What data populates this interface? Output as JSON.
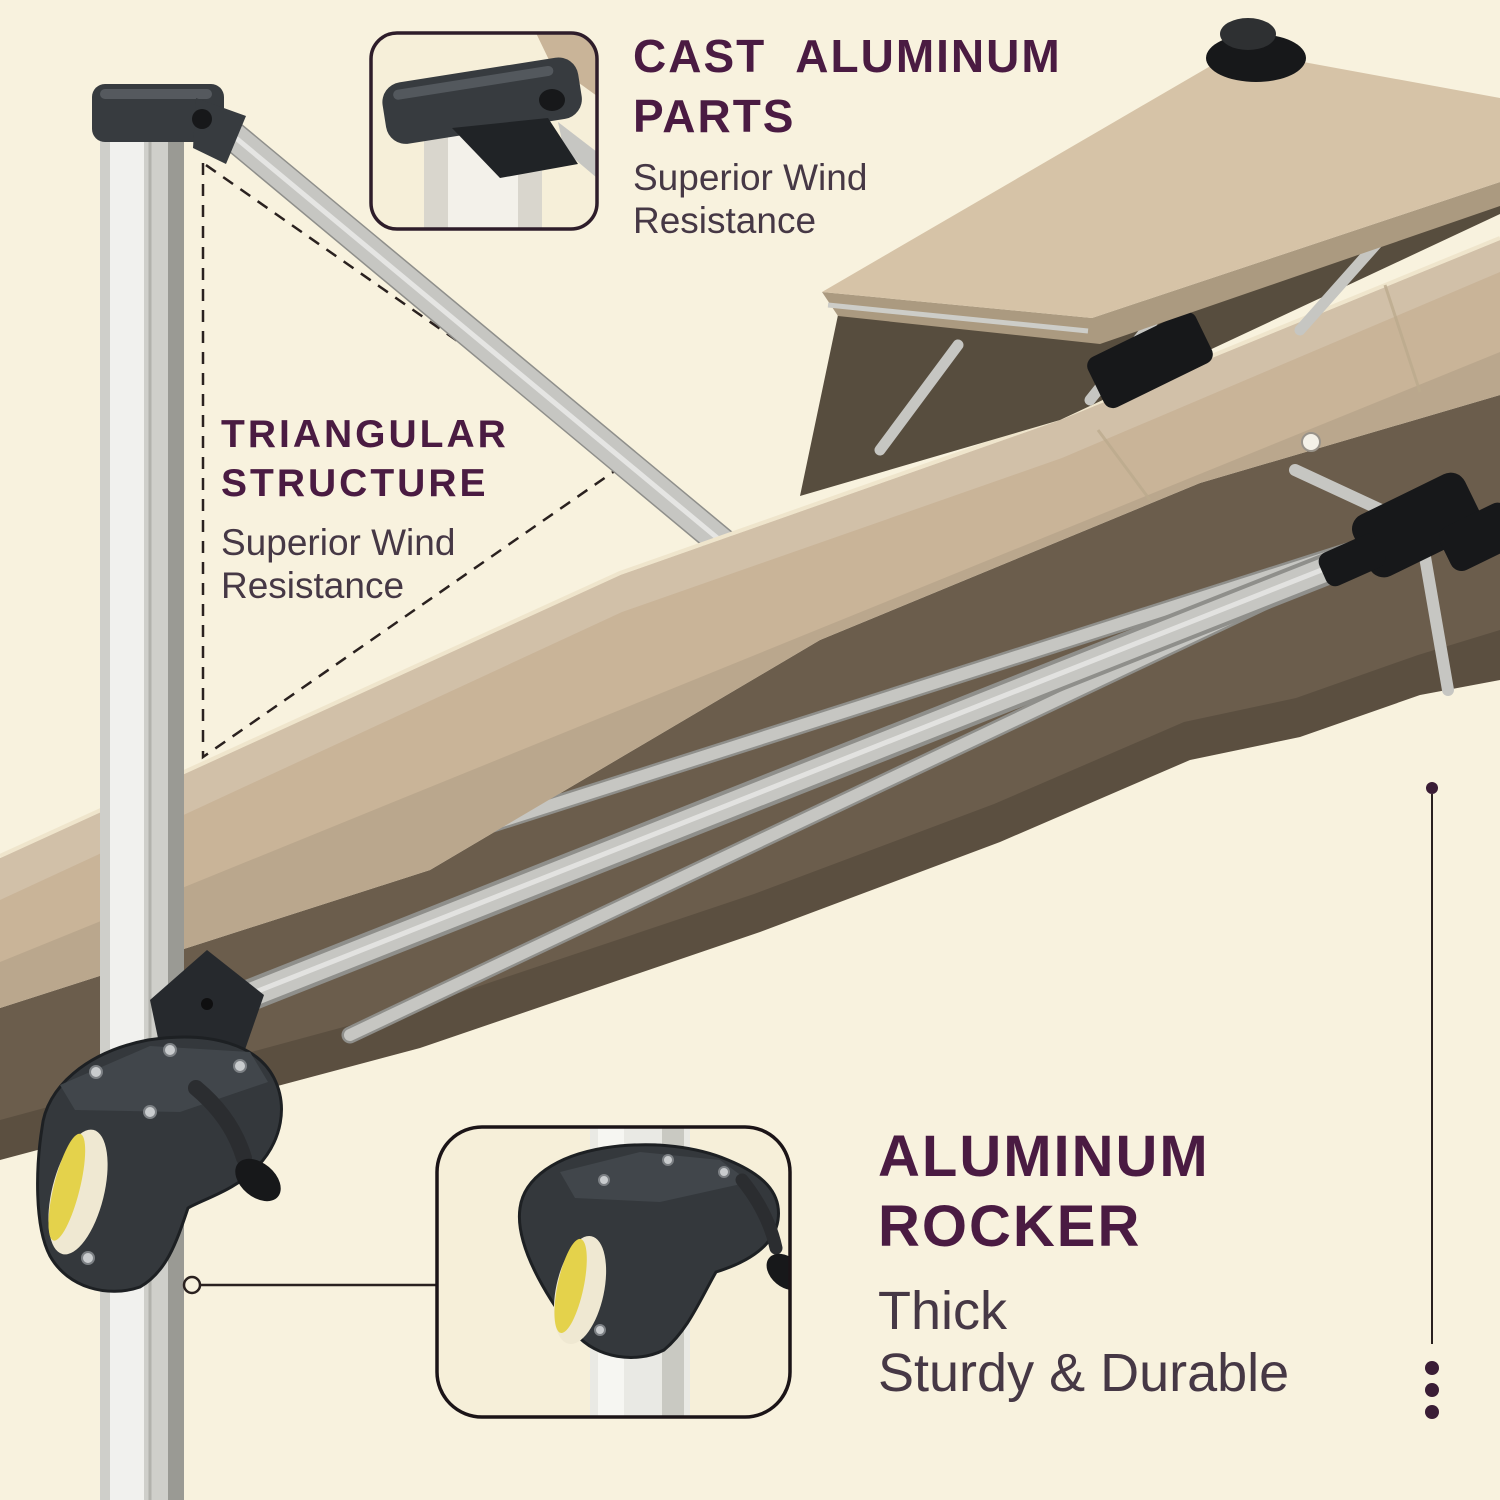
{
  "colors": {
    "bg": "#f8f2de",
    "title_purple": "#4a1b42",
    "subtitle_gray": "#463845",
    "line_dark": "#2a211f",
    "dot_color": "#3a1d35",
    "canopy_tan": "#c9b498",
    "canopy_tan_light": "#d6c3a7",
    "canopy_tan_dark": "#ab9a80",
    "canopy_under": "#6b5d4c",
    "gap_dark": "#574d3e",
    "frame_silver": "#c6c6c2",
    "frame_silver_dark": "#8f8f8b",
    "hardware_dark": "#373b3f",
    "hardware_black": "#17181a",
    "yellow_accent": "#e4d24b",
    "inset_bg": "#f6efd9",
    "inset_border_top": "#2e1d2a",
    "inset_border_bottom": "#1b1417",
    "pole_light": "#f1f1ee",
    "pole_mid": "#cfcfca",
    "pole_dark": "#9a9a94"
  },
  "callouts": {
    "cast_aluminum_parts": {
      "title_line1": "CAST ALUMINUM",
      "title_line2": "PARTS",
      "subtitle_line1": "Superior Wind",
      "subtitle_line2": "Resistance"
    },
    "triangular_structure": {
      "title_line1": "TRIANGULAR",
      "title_line2": "STRUCTURE",
      "subtitle_line1": "Superior Wind",
      "subtitle_line2": "Resistance"
    },
    "aluminum_rocker": {
      "title_line1": "ALUMINUM",
      "title_line2": "ROCKER",
      "subtitle_line1": "Thick",
      "subtitle_line2": "Sturdy & Durable"
    }
  }
}
